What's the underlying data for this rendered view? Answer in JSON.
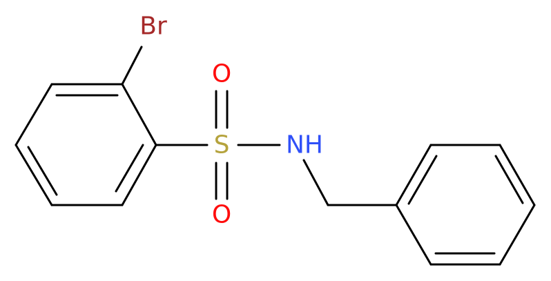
{
  "molecule": {
    "atoms": {
      "bromine": {
        "text": "Br",
        "color": "#a62929"
      },
      "sulfur": {
        "text": "S",
        "color": "#b5a33d"
      },
      "oxygen_top": {
        "text": "O",
        "color": "#ff0d0d"
      },
      "oxygen_bottom": {
        "text": "O",
        "color": "#ff0d0d"
      },
      "nitrogen": {
        "text": "NH",
        "color": "#3050f8"
      }
    },
    "bond_color": "#000000"
  }
}
